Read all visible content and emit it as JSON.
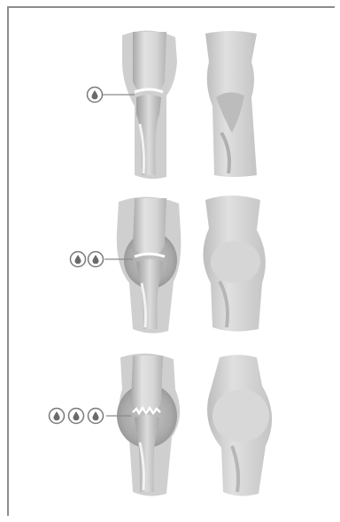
{
  "figure": {
    "colors": {
      "frame": "#8c8c8c",
      "bone_light": "#e6e6e6",
      "bone_mid": "#cfcfcf",
      "bone_dark": "#a9a9a9",
      "soft_tissue": "#d2d2d2",
      "swelling": "#b8b8b8",
      "cartilage": "#ffffff",
      "fluid_icon_fill": "#6a6a6a",
      "fluid_icon_ring": "#7a7a7a",
      "leader_line": "#8a8a8a"
    },
    "stages": [
      {
        "fluid_icon_count": 1,
        "swelling": false,
        "cartilage": "smooth"
      },
      {
        "fluid_icon_count": 2,
        "swelling": true,
        "cartilage": "smooth"
      },
      {
        "fluid_icon_count": 3,
        "swelling": true,
        "cartilage": "eroded"
      }
    ]
  }
}
